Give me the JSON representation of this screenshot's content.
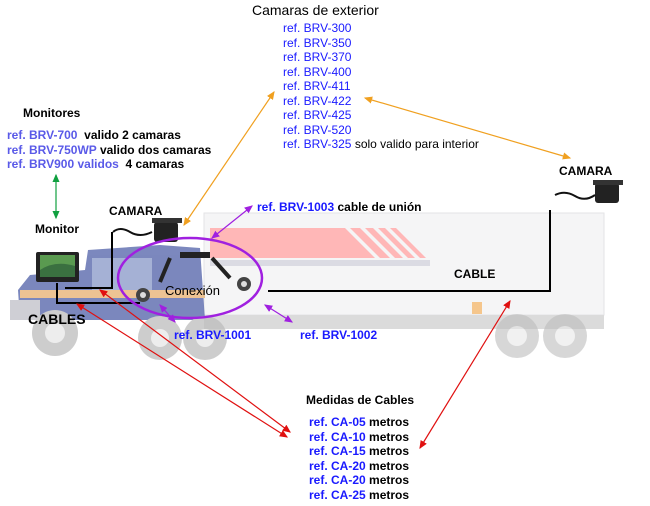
{
  "title": "Camaras de exterior",
  "exterior_cameras": {
    "heading": "Camaras de exterior",
    "refs": [
      {
        "ref": "ref. BRV-300",
        "note": ""
      },
      {
        "ref": "ref. BRV-350",
        "note": ""
      },
      {
        "ref": "ref. BRV-370",
        "note": ""
      },
      {
        "ref": "ref. BRV-400",
        "note": ""
      },
      {
        "ref": "ref. BRV-411",
        "note": ""
      },
      {
        "ref": "ref. BRV-422",
        "note": ""
      },
      {
        "ref": "ref. BRV-425",
        "note": ""
      },
      {
        "ref": "ref. BRV-520",
        "note": ""
      },
      {
        "ref": "ref. BRV-325",
        "note": "solo valido para interior"
      }
    ]
  },
  "monitors": {
    "heading": "Monitores",
    "items": [
      {
        "ref": "ref. BRV-700",
        "note": "valido 2 camaras"
      },
      {
        "ref": "ref. BRV-750WP",
        "note": "valido dos camaras"
      },
      {
        "ref": "ref. BRV900 validos",
        "note": "4 camaras"
      }
    ]
  },
  "labels": {
    "monitor": "Monitor",
    "camara_front": "CAMARA",
    "camara_rear": "CAMARA",
    "cables": "CABLES",
    "cable": "CABLE",
    "conexion": "Conexión"
  },
  "connectors": {
    "brv1003": {
      "ref": "ref. BRV-1003",
      "note": "cable de unión"
    },
    "brv1001": {
      "ref": "ref. BRV-1001"
    },
    "brv1002": {
      "ref": "ref. BRV-1002"
    }
  },
  "cable_sizes": {
    "heading": "Medidas de Cables",
    "items": [
      {
        "ref": "ref. CA-05",
        "unit": "metros"
      },
      {
        "ref": "ref. CA-10",
        "unit": "metros"
      },
      {
        "ref": "ref. CA-15",
        "unit": "metros"
      },
      {
        "ref": "ref. CA-20",
        "unit": "metros"
      },
      {
        "ref": "ref. CA-20",
        "unit": "metros"
      },
      {
        "ref": "ref. CA-25",
        "unit": "metros"
      }
    ]
  },
  "colors": {
    "ref_blue": "#1a1aff",
    "monitor_ref_blue": "#5a5ae8",
    "orange_arrow": "#f0a020",
    "purple_arrow": "#a020e0",
    "red_arrow": "#e01010",
    "green_arrow": "#10a040"
  }
}
